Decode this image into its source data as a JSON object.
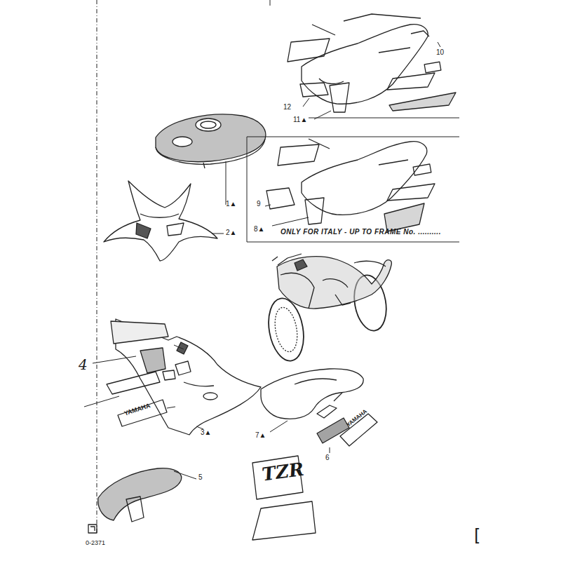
{
  "diagram": {
    "labels": [
      "1▲",
      "2▲",
      "3▲",
      "4",
      "5",
      "6",
      "7▲",
      "8▲",
      "9",
      "10",
      "11▲",
      "12",
      "ONLY FOR ITALY - UP TO FRAME No. ..........",
      "TZR",
      "YAMAHA",
      "YAMAHA",
      "0-2371",
      "["
    ]
  }
}
